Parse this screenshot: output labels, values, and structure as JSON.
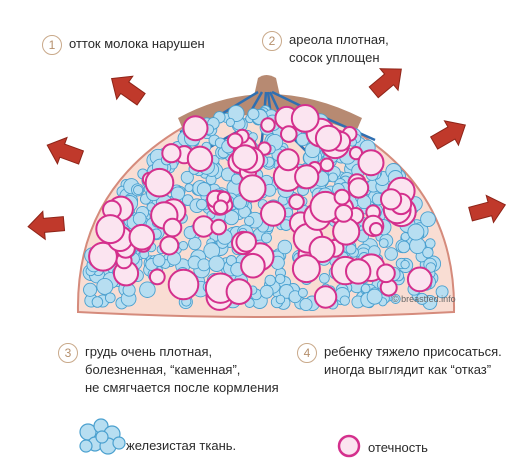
{
  "notes": [
    {
      "number": "1",
      "text": "отток молока нарушен"
    },
    {
      "number": "2",
      "text": "ареола плотная,\nсосок уплощен"
    },
    {
      "number": "3",
      "text": "грудь очень плотная,\nболезненная, “каменная”,\nне смягчается после кормления"
    },
    {
      "number": "4",
      "text": "ребенку тяжело присосаться.\nиногда выглядит как “отказ”"
    }
  ],
  "legend": {
    "gland_label": "железистая ткань.",
    "edema_label": "отечность"
  },
  "credit": "© breastfed.info",
  "colors": {
    "breast_skin": "#f9ddd3",
    "breast_outline": "#d58b7c",
    "areola": "#b78a72",
    "arrow_fill": "#c0392b",
    "gland_fill": "#b7def1",
    "gland_stroke": "#4aa0cf",
    "edema_fill": "#fbe4f0",
    "edema_stroke": "#d4308d",
    "duct": "#2f6fb1",
    "number_circle": "#c9a98a"
  }
}
